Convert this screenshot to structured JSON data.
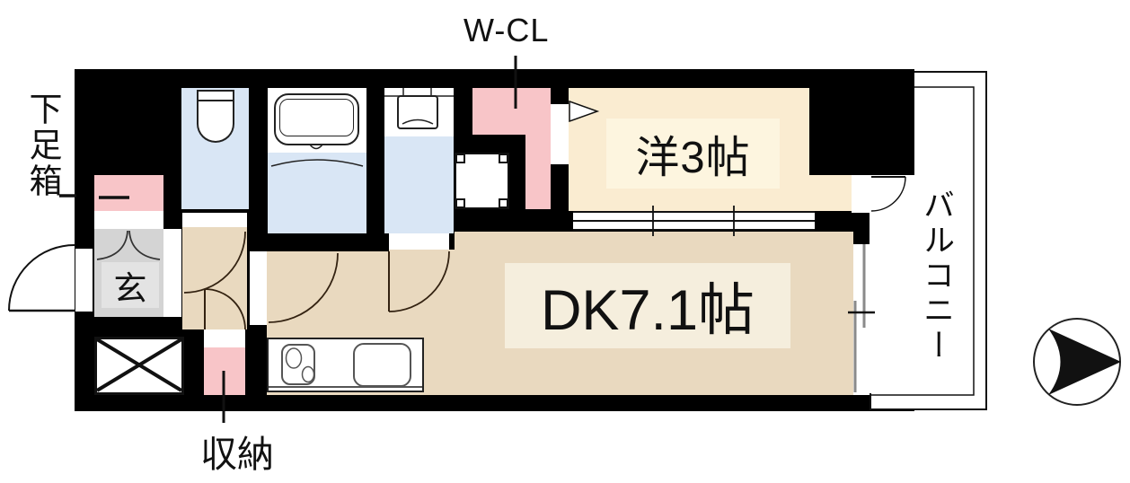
{
  "plan": {
    "type": "apartment-floor-plan",
    "labels": {
      "walk_in_closet": "W-CL",
      "shoe_box": "下足箱",
      "western_room": "洋3帖",
      "dining_kitchen": "DK7.1帖",
      "entrance": "玄",
      "storage": "収納",
      "balcony": "バルコニー"
    },
    "colors": {
      "wall": "#000000",
      "wet_room_blue": "#d9e6f5",
      "closet_pink": "#f8c5c8",
      "western_room_cream": "#faecd1",
      "dk_tan": "#e9d9bf",
      "entrance_gray": "#d4d4d4",
      "label_bg_cream": "#fdf5df",
      "label_bg_tan": "#f5eedd"
    },
    "compass": {
      "direction": "arrow-points-right"
    }
  }
}
